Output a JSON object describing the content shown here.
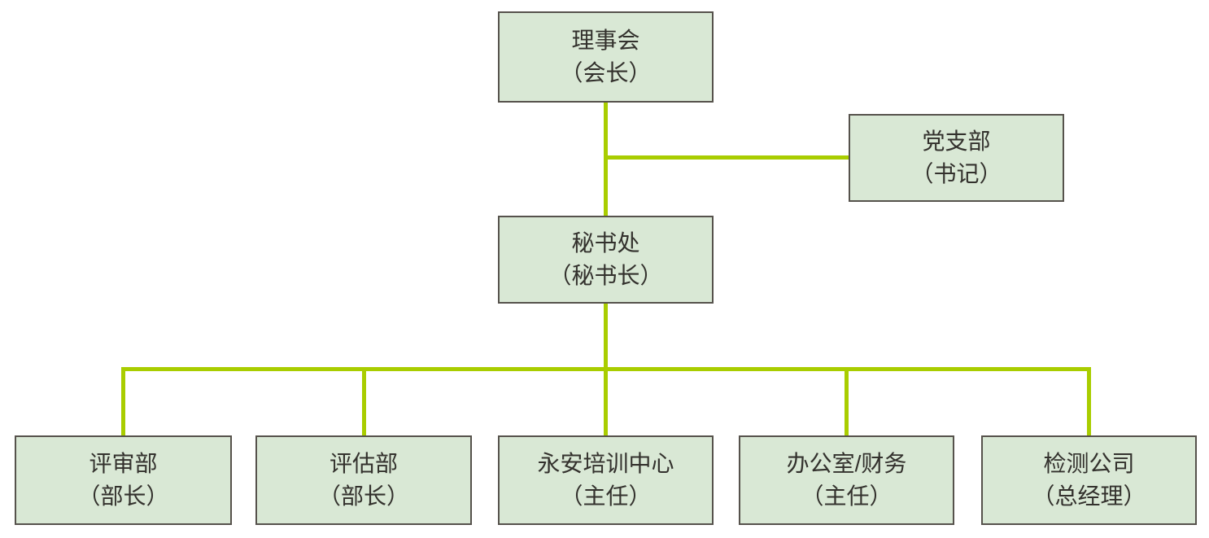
{
  "diagram": {
    "type": "org-chart",
    "nodes": {
      "board": {
        "name": "理事会",
        "role": "（会长）"
      },
      "party": {
        "name": "党支部",
        "role": "（书记）"
      },
      "secretariat": {
        "name": "秘书处",
        "role": "（秘书长）"
      },
      "review": {
        "name": "评审部",
        "role": "（部长）"
      },
      "assessment": {
        "name": "评估部",
        "role": "（部长）"
      },
      "training": {
        "name": "永安培训中心",
        "role": "（主任）"
      },
      "office": {
        "name": "办公室/财务",
        "role": "（主任）"
      },
      "testing": {
        "name": "检测公司",
        "role": "（总经理）"
      }
    },
    "edges": [
      {
        "from": "board",
        "to": "party"
      },
      {
        "from": "board",
        "to": "secretariat"
      },
      {
        "from": "secretariat",
        "to": "review"
      },
      {
        "from": "secretariat",
        "to": "assessment"
      },
      {
        "from": "secretariat",
        "to": "training"
      },
      {
        "from": "secretariat",
        "to": "office"
      },
      {
        "from": "secretariat",
        "to": "testing"
      }
    ],
    "colors": {
      "node_fill": "#d9e8d5",
      "node_border": "#56524c",
      "connector": "#a9cd00",
      "text": "#33312d",
      "background": "#ffffff"
    }
  }
}
